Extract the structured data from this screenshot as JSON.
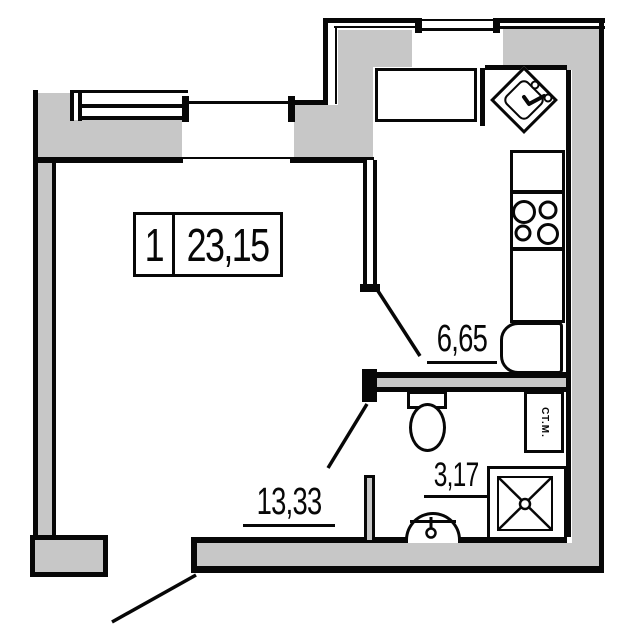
{
  "floor_plan": {
    "unit_label": {
      "number": "1",
      "area": "23,15"
    },
    "rooms": [
      {
        "name": "kitchen",
        "area_label": "6,65"
      },
      {
        "name": "bathroom",
        "area_label": "3,17"
      },
      {
        "name": "living-room",
        "area_label": "13,33"
      }
    ],
    "appliances": {
      "washing_machine_label": "СТ.М."
    },
    "colors": {
      "wall_fill": "#c7c7c7",
      "line": "#070707",
      "background": "#ffffff"
    }
  }
}
